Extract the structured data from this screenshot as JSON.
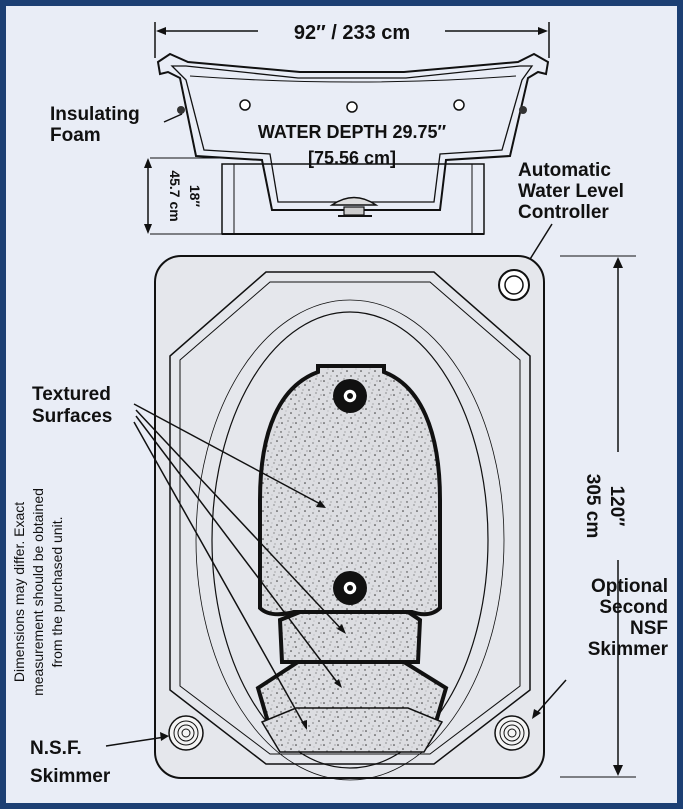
{
  "colors": {
    "border": "#1c3f73",
    "background": "#e9edf6",
    "line": "#111111",
    "texture": "#d8d9dc"
  },
  "labels": {
    "width_dimension": "92″ / 233 cm",
    "insulating_foam": [
      "Insulating",
      "Foam"
    ],
    "water_depth_line1": "WATER DEPTH 29.75″",
    "water_depth_line2": "[75.56 cm]",
    "base_height": [
      "18″",
      "45.7 cm"
    ],
    "auto_level_controller": [
      "Automatic",
      "Water Level",
      "Controller"
    ],
    "textured_surfaces": [
      "Textured",
      "Surfaces"
    ],
    "length_dimension": [
      "120″",
      "305 cm"
    ],
    "optional_skimmer": [
      "Optional",
      "Second",
      "NSF",
      "Skimmer"
    ],
    "nsf_skimmer": [
      "N.S.F.",
      "Skimmer"
    ],
    "disclaimer": [
      "Dimensions may differ. Exact",
      "measurement should be obtained",
      "from the purchased unit."
    ]
  },
  "icons": {
    "jet": "jet-icon",
    "skimmer": "skimmer-icon",
    "drain": "drain-icon",
    "level_controller": "level-controller-icon"
  }
}
